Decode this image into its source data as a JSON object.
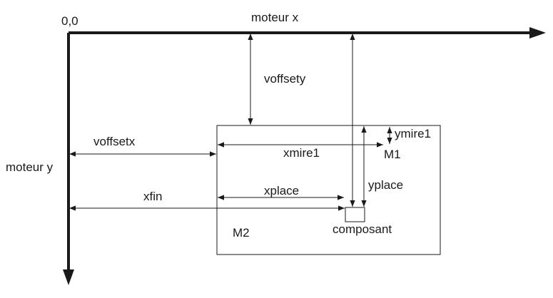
{
  "labels": {
    "origin": "0,0",
    "motor_x": "moteur x",
    "motor_y": "moteur y",
    "voffsety": "voffsety",
    "voffsetx": "voffsetx",
    "xmire1": "xmire1",
    "ymire1": "ymire1",
    "m1": "M1",
    "m2": "M2",
    "xplace": "xplace",
    "yplace": "yplace",
    "xfin": "xfin",
    "component": "composant"
  },
  "colors": {
    "ink": "#1a1a1a",
    "background": "#ffffff"
  }
}
